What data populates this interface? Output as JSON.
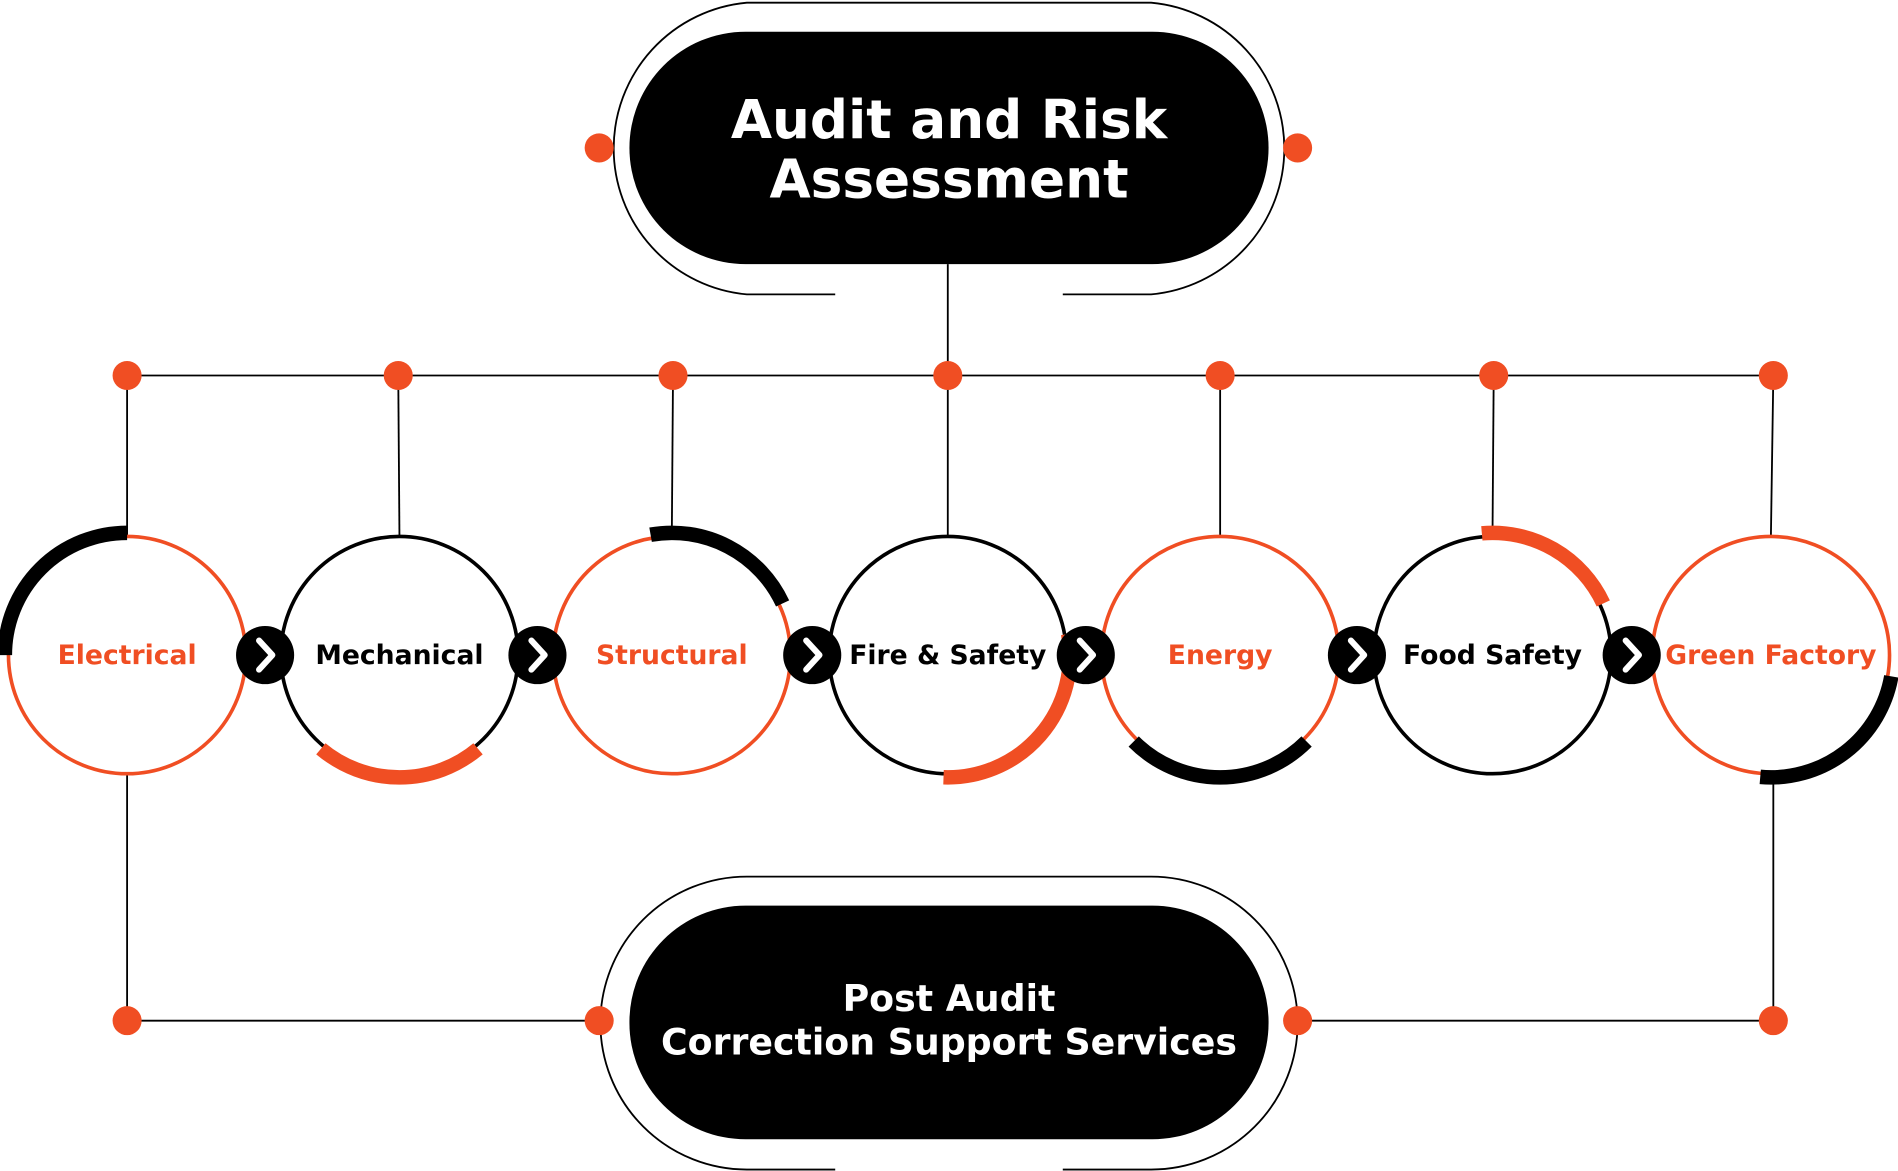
{
  "colors": {
    "accent": "#F04E23",
    "dark": "#000000",
    "background": "#FFFFFF"
  },
  "top_box": {
    "line1": "Audit and Risk",
    "line2": "Assessment"
  },
  "bottom_box": {
    "line1": "Post Audit",
    "line2": "Correction Support Services"
  },
  "stages": [
    {
      "label": "Electrical",
      "color": "accent"
    },
    {
      "label": "Mechanical",
      "color": "dark"
    },
    {
      "label": "Structural",
      "color": "accent"
    },
    {
      "label": "Fire & Safety",
      "color": "dark"
    },
    {
      "label": "Energy",
      "color": "accent"
    },
    {
      "label": "Food Safety",
      "color": "dark"
    },
    {
      "label": "Green Factory",
      "color": "accent"
    }
  ],
  "connector_icon": "chevron-right-icon"
}
